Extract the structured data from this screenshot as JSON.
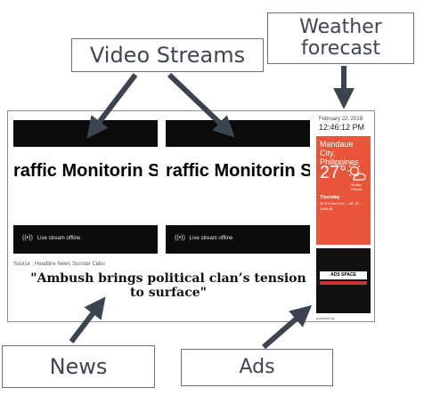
{
  "callouts": {
    "video_streams": "Video Streams",
    "weather_forecast": "Weather forecast",
    "news": "News",
    "ads": "Ads"
  },
  "screen": {
    "streams": [
      {
        "title": "raffic Monitorin System",
        "status": "Live stream offline"
      },
      {
        "title": "raffic Monitorin System",
        "status": "Live stream offline"
      }
    ],
    "news_source": "Source : Headline News Sunstar Cebu",
    "news_headline": "\"Ambush brings political clan’s tension to surface\"",
    "date": "February 22, 2018",
    "time": "12:46:12 PM",
    "weather": {
      "city": "Mandaue City, Philippines",
      "temperature": "27°",
      "condition": "Mostly Clouds",
      "day": "Thursday",
      "details": "30 8.2 Max h N ... 26° 81 ... 1009.48",
      "icon": "partly-cloudy-icon",
      "color": "#e8553a"
    },
    "ads_label": "ADS SPACE",
    "powered_by": "powered by"
  }
}
